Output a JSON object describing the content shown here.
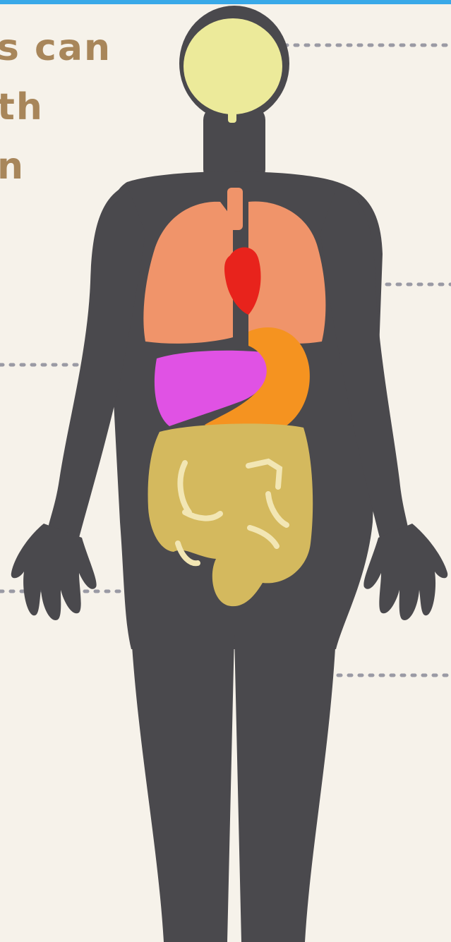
{
  "heading": {
    "lines": [
      "s can",
      "th",
      "n"
    ]
  },
  "colors": {
    "background": "#f6f2ea",
    "top_bar": "#39a9e8",
    "heading_text": "#a8865a",
    "body_silhouette": "#4a494d",
    "brain": "#ecea9a",
    "lungs": "#f0946a",
    "heart": "#e8231c",
    "liver": "#e052e4",
    "stomach": "#f59320",
    "intestines": "#d4b95e",
    "leader_lines": "#9a9aa4"
  },
  "organs": [
    "brain",
    "lungs",
    "heart",
    "liver",
    "stomach",
    "intestines"
  ]
}
